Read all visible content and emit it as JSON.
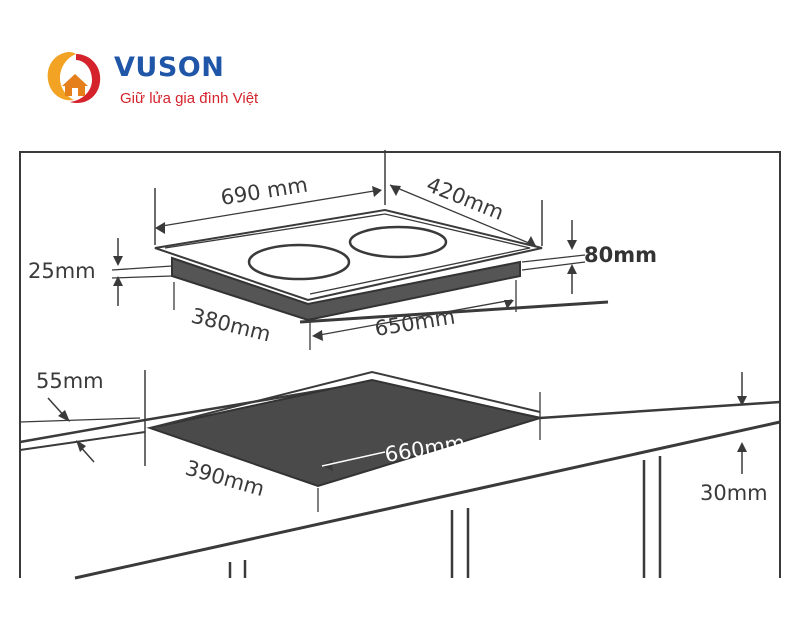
{
  "brand": {
    "name": "VUSON",
    "tagline": "Giữ lửa gia đình Việt",
    "colors": {
      "blue": "#1f56a8",
      "red": "#d4232b",
      "orange": "#f2a324"
    }
  },
  "dimensions": {
    "hob_width": "690 mm",
    "hob_depth": "420mm",
    "hob_height": "80mm",
    "glass_thickness": "25mm",
    "body_depth": "380mm",
    "body_width": "650mm",
    "counter_thickness": "55mm",
    "cutout_width": "660mm",
    "cutout_depth": "390mm",
    "rear_clearance": "30mm"
  }
}
